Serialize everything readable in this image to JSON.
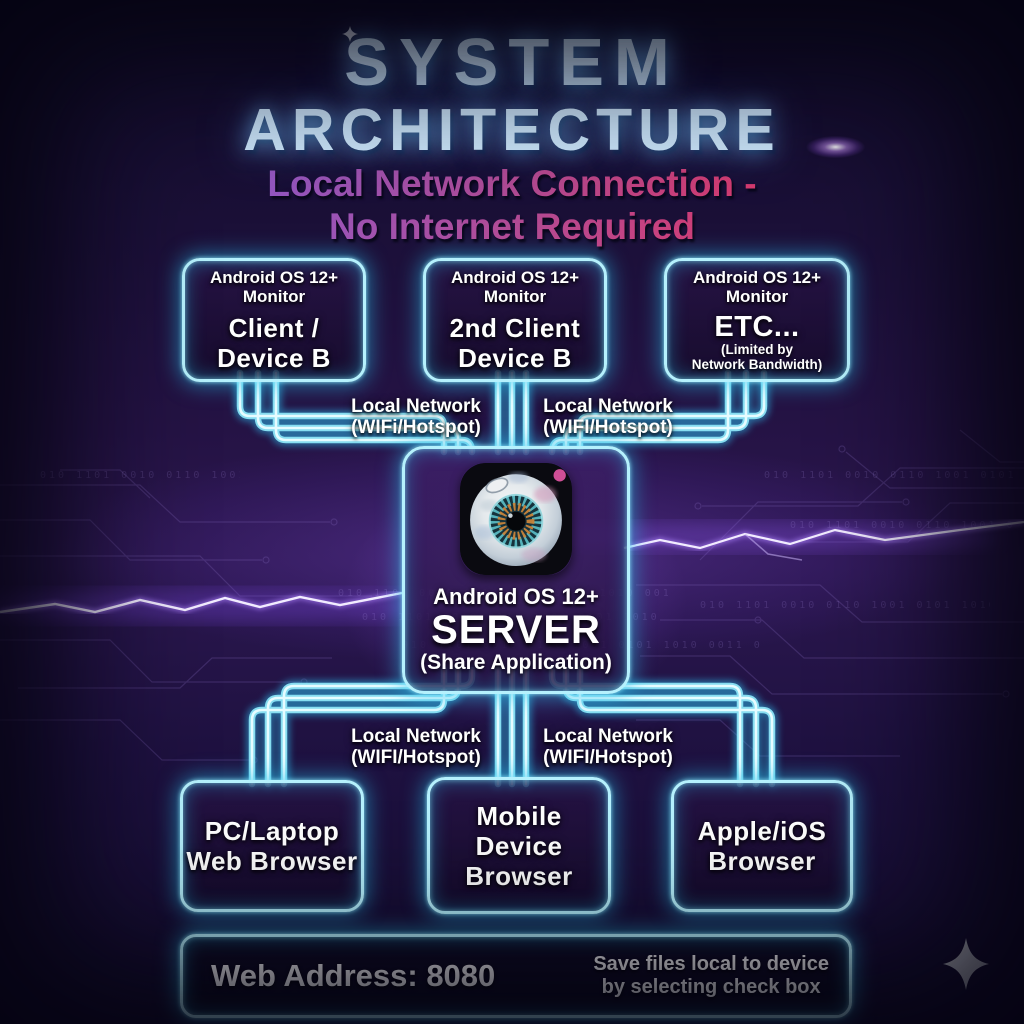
{
  "title": {
    "line1": "SYSTEM",
    "line2": "ARCHITECTURE"
  },
  "subtitle": {
    "line1": "Local Network Connection -",
    "line2": "No Internet Required"
  },
  "nodes": {
    "top_left": {
      "os": "Android OS 12+",
      "role": "Monitor",
      "title_line1": "Client /",
      "title_line2": "Device B"
    },
    "top_middle": {
      "os": "Android OS 12+",
      "role": "Monitor",
      "title_line1": "2nd Client",
      "title_line2": "Device B"
    },
    "top_right": {
      "os": "Android OS 12+",
      "role": "Monitor",
      "title_line1": "ETC...",
      "note_line1": "(Limited by",
      "note_line2": "Network Bandwidth)"
    },
    "server": {
      "os": "Android OS 12+",
      "title": "SERVER",
      "note": "(Share Application)",
      "icon": "eyeball-app-icon"
    },
    "bottom_left": {
      "title_line1": "PC/Laptop",
      "title_line2": "Web Browser"
    },
    "bottom_middle": {
      "title_line1": "Mobile",
      "title_line2": "Device",
      "title_line3": "Browser"
    },
    "bottom_right": {
      "title_line1": "Apple/iOS",
      "title_line2": "Browser"
    }
  },
  "connection_labels": {
    "top_left": {
      "line1": "Local Network",
      "line2": "(WIFi/Hotspot)"
    },
    "top_right": {
      "line1": "Local Network",
      "line2": "(WIFI/Hotspot)"
    },
    "bottom_left": {
      "line1": "Local Network",
      "line2": "(WIFI/Hotspot)"
    },
    "bottom_right": {
      "line1": "Local Network",
      "line2": "(WIFI/Hotspot)"
    }
  },
  "footer": {
    "address": "Web Address: 8080",
    "note_line1": "Save files local to device",
    "note_line2": "by selecting check box"
  },
  "decor": {
    "sparkle_icon": "four-point-star",
    "binary_noise": "010 1101 0010 0110 1001 0101 1010 0011 0110 0101 1100 1010 0110 1001 0101",
    "colors": {
      "neon_core": "#e6fcff",
      "neon_mid": "#8ce4f6",
      "neon_glow": "#2aa3d4",
      "title_text": "#cfeaff",
      "subtitle_gradient_start": "#8a5bd0",
      "subtitle_gradient_end": "#e8335f",
      "background": "#1b1038"
    }
  }
}
